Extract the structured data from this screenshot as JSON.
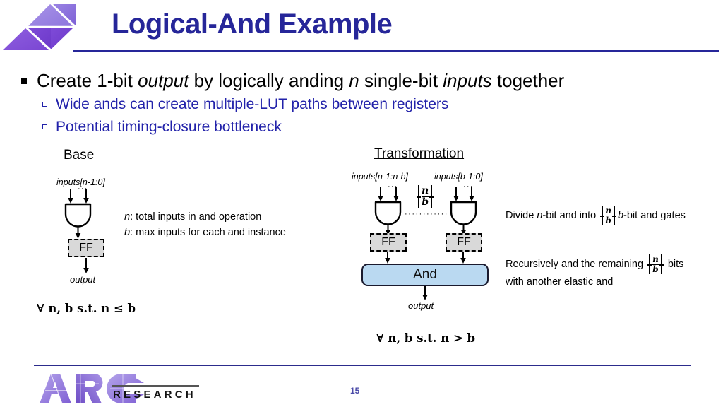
{
  "slide": {
    "title": "Logical-And Example",
    "page_number": "15",
    "brand": {
      "name": "ARC",
      "subtitle": "RESEARCH"
    },
    "colors": {
      "title": "#262699",
      "sub_bullet": "#2222aa",
      "and_box_fill": "#bad9f1",
      "ff_box_fill": "#d9d9d9",
      "logo_purple_light": "#9b87e0",
      "logo_purple_dark": "#7d4fd4"
    }
  },
  "bullets": {
    "main": {
      "pre": "Create 1-bit ",
      "em1": "output",
      "mid1": " by logically anding ",
      "em2": "n",
      "mid2": " single-bit ",
      "em3": "inputs",
      "post": " together"
    },
    "sub": [
      "Wide ands can create multiple-LUT paths between registers",
      "Potential timing-closure bottleneck"
    ]
  },
  "base_diagram": {
    "heading": "Base",
    "input_label": "inputs[n-1:0]",
    "ellipsis": "···",
    "ff_label": "FF",
    "output_label": "output",
    "formula_prefix": "∀ n, b s.t. n ≤ b"
  },
  "base_legend": {
    "line1_var": "n",
    "line1_text": ": total inputs in and operation",
    "line2_var": "b",
    "line2_text": ": max inputs for each and instance"
  },
  "transformation_diagram": {
    "heading": "Transformation",
    "input_label_left": "inputs[n-1:n-b]",
    "input_label_right": "inputs[b-1:0]",
    "ellipsis": "···",
    "repeat_count_numerator": "n",
    "repeat_count_denominator": "b",
    "dots_connector": "············",
    "ff_label_left": "FF",
    "ff_label_right": "FF",
    "and_box_label": "And",
    "output_label": "output",
    "formula": "∀ n, b s.t. n > b"
  },
  "explanations": {
    "first": {
      "pre": "Divide ",
      "em": "n",
      "mid": "-bit and into ",
      "frac_num": "n",
      "frac_den": "b",
      "post_em": "b",
      "post": "-bit and gates"
    },
    "second": {
      "line1_pre": "Recursively and the remaining ",
      "frac_num": "n",
      "frac_den": "b",
      "line1_post": " bits",
      "line2": "with another elastic and"
    }
  }
}
